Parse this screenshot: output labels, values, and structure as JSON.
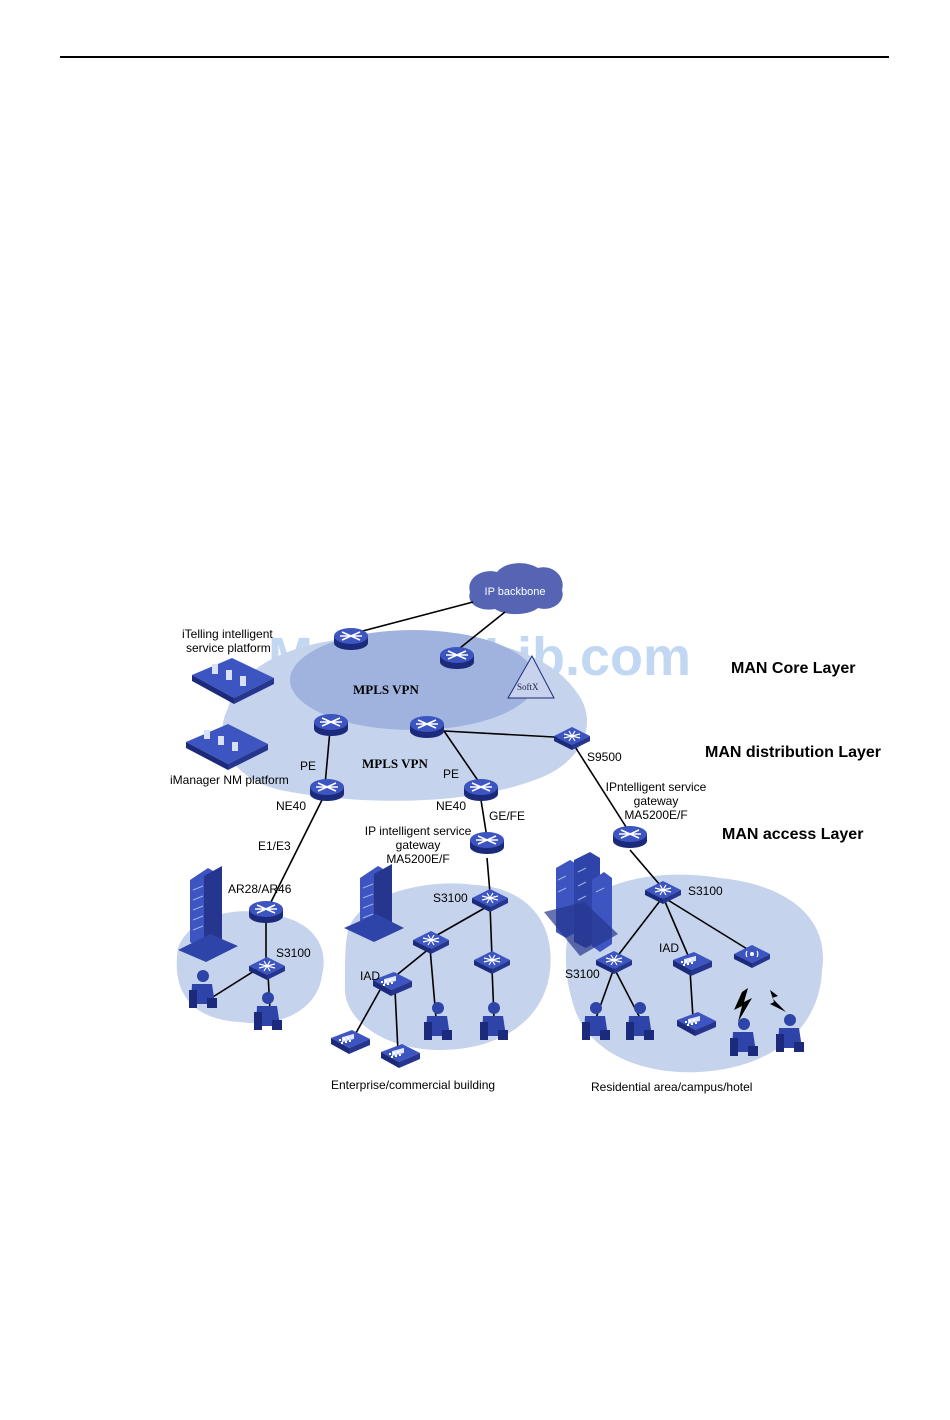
{
  "layers": {
    "core": "MAN Core Layer",
    "distribution": "MAN distribution Layer",
    "access": "MAN access Layer"
  },
  "cloud": {
    "ip_backbone": "IP backbone"
  },
  "mpls": {
    "top": "MPLS VPN",
    "bottom": "MPLS VPN"
  },
  "softx": "SoftX",
  "platforms": {
    "itelling_line1": "iTelling intelligent",
    "itelling_line2": "service platform",
    "imanager": "iManager NM platform"
  },
  "labels": {
    "pe_left": "PE",
    "pe_right": "PE",
    "ne40_left": "NE40",
    "ne40_right": "NE40",
    "s9500": "S9500",
    "gefe": "GE/FE",
    "e1e3": "E1/E3",
    "ar": "AR28/AR46",
    "s3100_left": "S3100",
    "s3100_mid": "S3100",
    "s3100_right_top": "S3100",
    "s3100_right_low": "S3100",
    "iad_mid": "IAD",
    "iad_right": "IAD",
    "gw_mid_line1": "IP intelligent service",
    "gw_mid_line2": "gateway",
    "gw_mid_line3": "MA5200E/F",
    "gw_right_line1": "IPntelligent service",
    "gw_right_line2": "gateway",
    "gw_right_line3": "MA5200E/F"
  },
  "areas": {
    "enterprise": "Enterprise/commercial building",
    "residential": "Residential area/campus/hotel"
  },
  "watermark": "ManualsLib.com",
  "colors": {
    "cloud_light": "#c5d3ec",
    "mpls_inner": "#9fb3de",
    "device_blue": "#2f44a8",
    "backbone": "#5565b4"
  }
}
